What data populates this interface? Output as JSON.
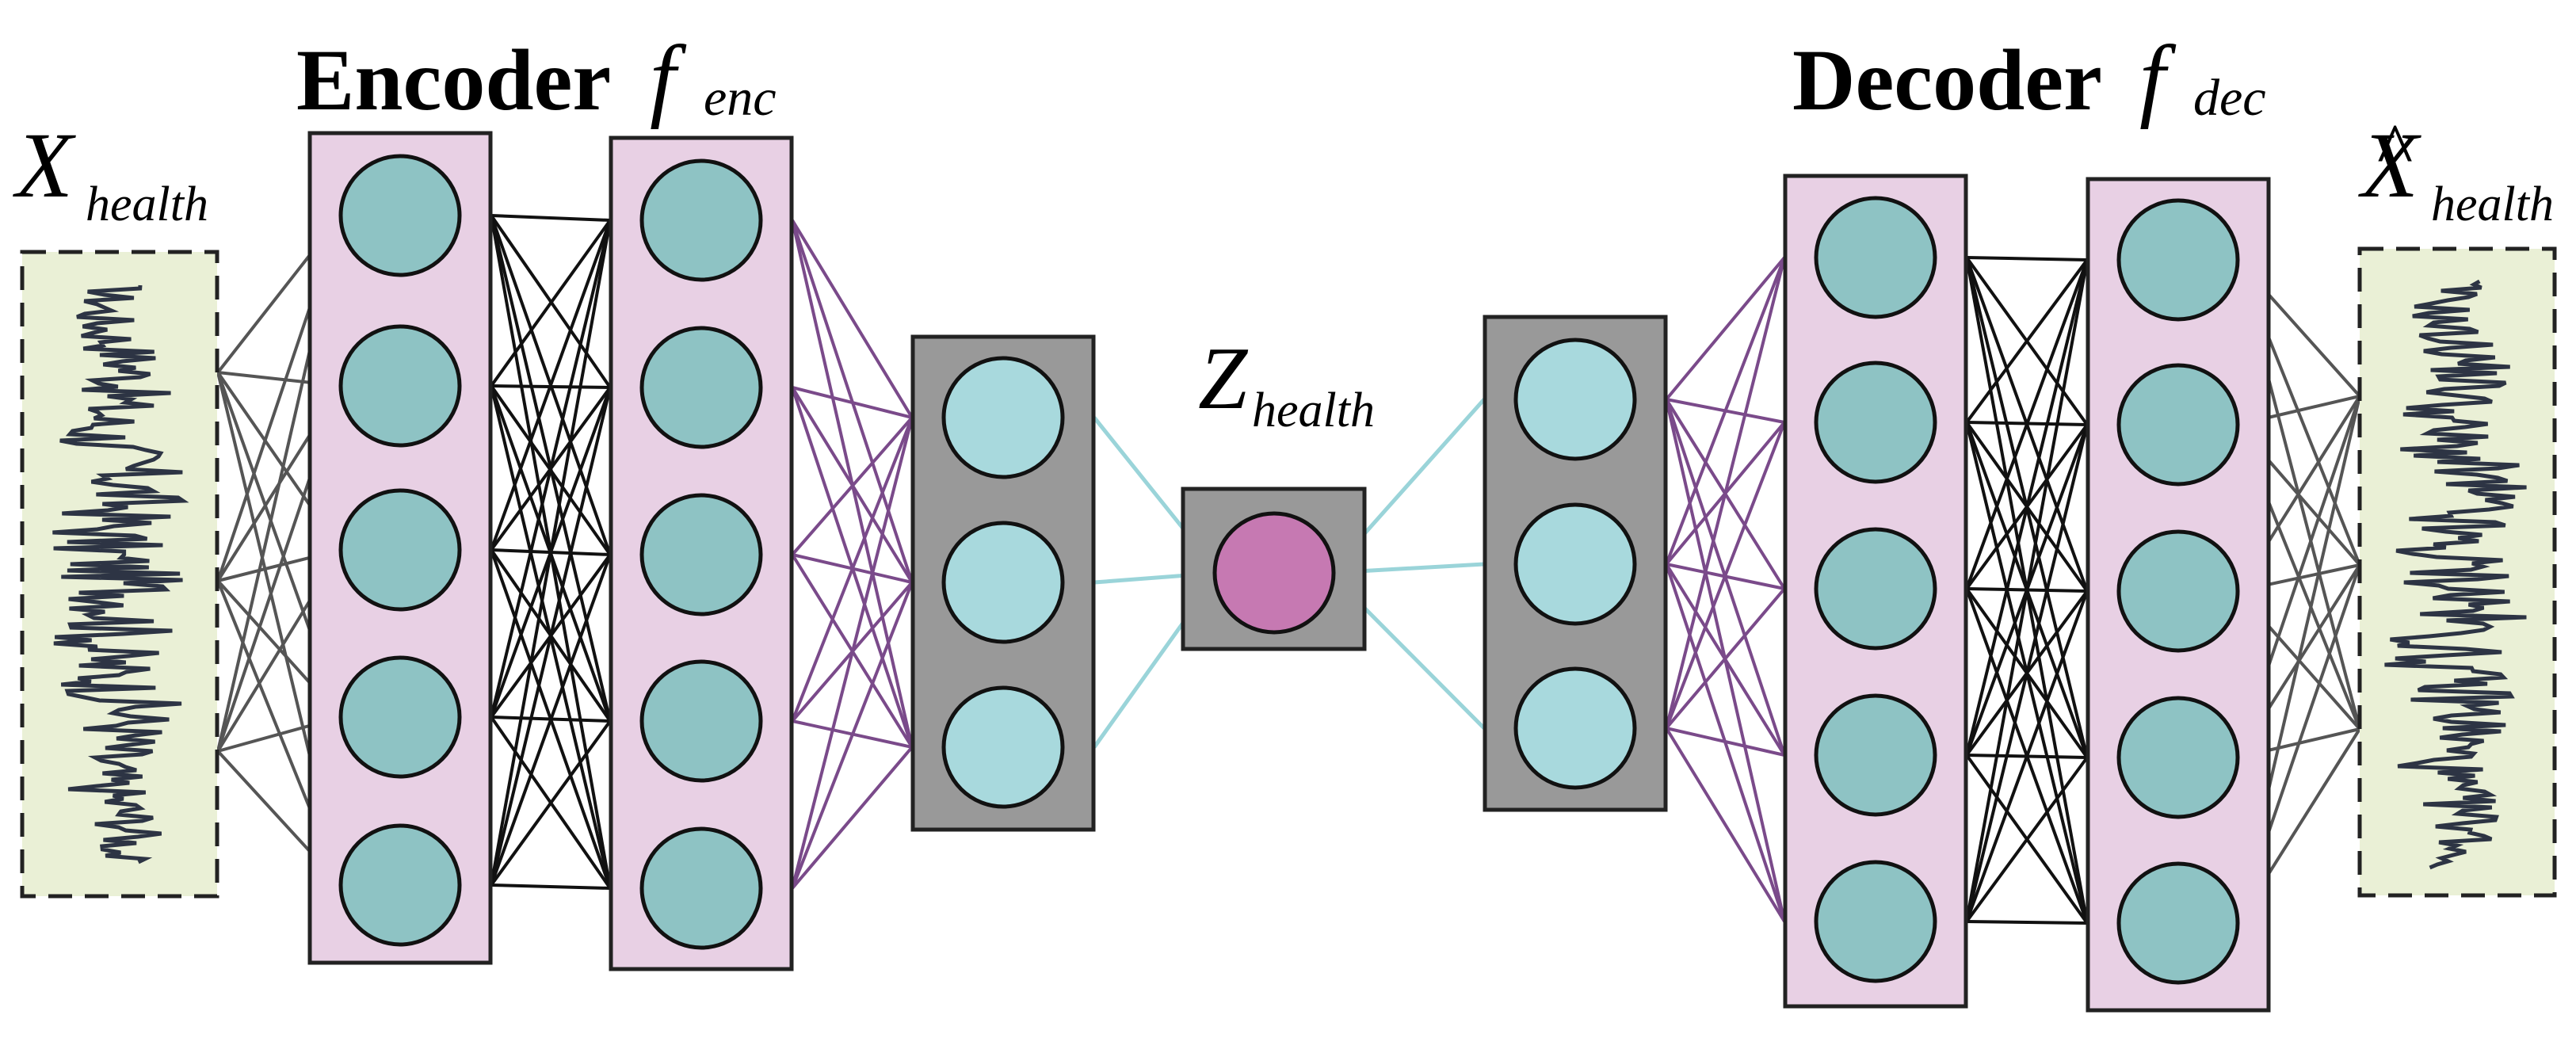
{
  "encoder": {
    "title": "Encoder",
    "func_symbol": "f",
    "func_sub": "enc"
  },
  "decoder": {
    "title": "Decoder",
    "func_symbol": "f",
    "func_sub": "dec"
  },
  "input": {
    "symbol": "X",
    "sub": "health"
  },
  "latent": {
    "symbol": "Z",
    "sub": "health"
  },
  "output": {
    "symbol": "X",
    "hat": "^",
    "sub": "health"
  },
  "colors": {
    "signal_bg": "#eaf0d6",
    "layer_pink": "#e8d0e4",
    "layer_gray": "#999999",
    "node_teal": "#8ec3c4",
    "node_light": "#a8d9dd",
    "node_latent": "#c679b2",
    "edge_gray": "#555555",
    "edge_black": "#111111",
    "edge_purple": "#7a4a8a",
    "edge_cyan": "#9ad4d9",
    "waveform": "#2d3444"
  }
}
